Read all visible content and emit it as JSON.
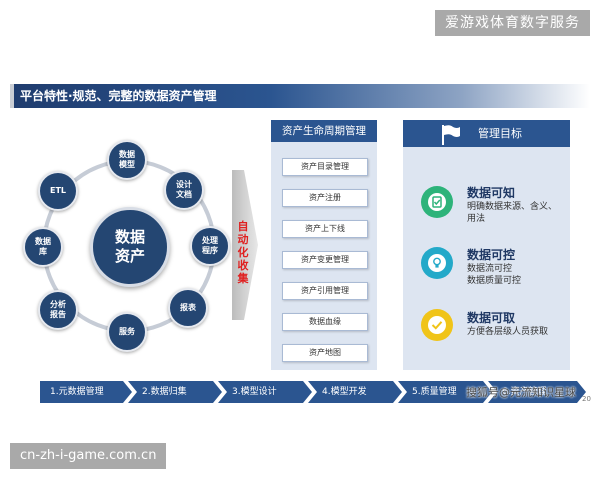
{
  "watermark_top": "爱游戏体育数字服务",
  "title": "平台特性·规范、完整的数据资产管理",
  "diagram": {
    "center_line1": "数据",
    "center_line2": "资产",
    "nodes": [
      {
        "line1": "数据",
        "line2": "模型"
      },
      {
        "line1": "设计",
        "line2": "文档"
      },
      {
        "line1": "处理",
        "line2": "程序"
      },
      {
        "line1": "报表",
        "line2": ""
      },
      {
        "line1": "服务",
        "line2": ""
      },
      {
        "line1": "分析",
        "line2": "报告"
      },
      {
        "line1": "数据",
        "line2": "库"
      },
      {
        "line1": "ETL",
        "line2": ""
      }
    ]
  },
  "arrow_label": "自动化收集",
  "lifecycle": {
    "header": "资产生命周期管理",
    "items": [
      "资产目录管理",
      "资产注册",
      "资产上下线",
      "资产变更管理",
      "资产引用管理",
      "数据血缘",
      "资产地图"
    ]
  },
  "goals": {
    "header": "管理目标",
    "items": [
      {
        "title": "数据可知",
        "desc_line1": "明确数据来源、含义、",
        "desc_line2": "用法",
        "color": "#2db37a",
        "icon": "document-check-icon"
      },
      {
        "title": "数据可控",
        "desc_line1": "数据流可控",
        "desc_line2": "数据质量可控",
        "color": "#23a9c9",
        "icon": "lightbulb-icon"
      },
      {
        "title": "数据可取",
        "desc_line1": "方便各层级人员获取",
        "desc_line2": "",
        "color": "#f0c419",
        "icon": "checkmark-icon"
      }
    ]
  },
  "process_steps": [
    "1.元数据管理",
    "2.数据归集",
    "3.模型设计",
    "4.模型开发",
    "5.质量管理",
    "6.资产管理"
  ],
  "source_watermark": "搜狐号@元流知识星球",
  "page_number": "20",
  "watermark_bottom": "cn-zh-i-game.com.cn"
}
